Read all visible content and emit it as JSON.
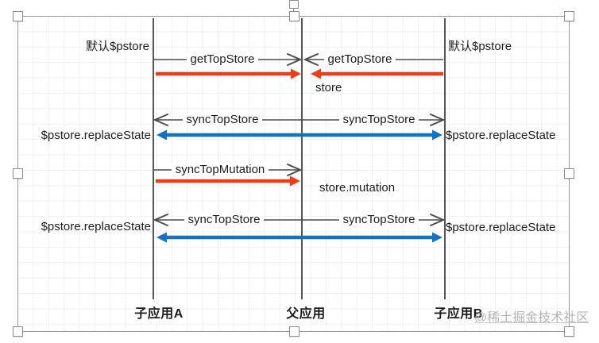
{
  "actors": [
    {
      "label": "子应用A"
    },
    {
      "label": "父应用"
    },
    {
      "label": "子应用B"
    }
  ],
  "annotations": {
    "default_pstore_a": "默认$pstore",
    "default_pstore_b": "默认$pstore",
    "store": "store",
    "store_mutation": "store.mutation",
    "replace_state_a_r2": "$pstore.replaceState",
    "replace_state_b_r2": "$pstore.replaceState",
    "replace_state_a_r4": "$pstore.replaceState",
    "replace_state_b_r4": "$pstore.replaceState"
  },
  "messages": {
    "get_top_store_a": "getTopStore",
    "get_top_store_b": "getTopStore",
    "sync_top_store_r2_a": "syncTopStore",
    "sync_top_store_r2_b": "syncTopStore",
    "sync_top_mutation": "syncTopMutation",
    "sync_top_store_r4_a": "syncTopStore",
    "sync_top_store_r4_b": "syncTopStore"
  },
  "watermark": "@稀土掘金技术社区",
  "colors": {
    "call_arrow": "#4c4c4c",
    "red_arrow": "#ee3d16",
    "blue_arrow": "#1273c4"
  }
}
